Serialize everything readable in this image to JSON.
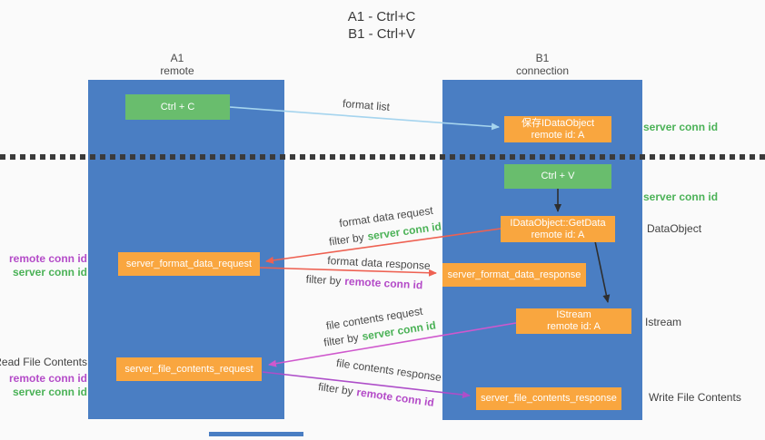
{
  "title": {
    "line1": "A1 - Ctrl+C",
    "line2": "B1 - Ctrl+V"
  },
  "lanes": {
    "a": {
      "line1": "A1",
      "line2": "remote"
    },
    "b": {
      "line1": "B1",
      "line2": "connection"
    }
  },
  "boxes": {
    "ctrl_c": "Ctrl + C",
    "ctrl_v": "Ctrl + V",
    "save_dataobject": {
      "line1": "保存IDataObject",
      "line2": "remote id: A"
    },
    "getdata": {
      "line1": "IDataObject::GetData",
      "line2": "remote id: A"
    },
    "format_request": "server_format_data_request",
    "format_response": "server_format_data_response",
    "istream": {
      "line1": "IStream",
      "line2": "remote id: A"
    },
    "file_request": "server_file_contents_request",
    "file_response": "server_file_contents_response"
  },
  "side_labels": {
    "server_conn_id_top": "server conn id",
    "server_conn_id_mid": "server conn id",
    "dataobject": "DataObject",
    "remote_conn_id_format": "remote conn id",
    "server_conn_id_format": "server conn id",
    "istream": "Istream",
    "read_file_contents": "Read File Contents",
    "remote_conn_id_file": "remote conn id",
    "server_conn_id_file": "server conn id",
    "write_file_contents": "Write File Contents"
  },
  "arrows": {
    "format_list": {
      "label": "format list"
    },
    "format_data_request": {
      "label": "format data request",
      "filter_prefix": "filter by",
      "filter_value": "server conn id"
    },
    "format_data_response": {
      "label": "format data response",
      "filter_prefix": "filter by",
      "filter_value": "remote conn id"
    },
    "file_contents_request": {
      "label": "file contents request",
      "filter_prefix": "filter by",
      "filter_value": "server conn id"
    },
    "file_contents_response": {
      "label": "file contents response",
      "filter_prefix": "filter by",
      "filter_value": "remote conn id"
    }
  },
  "colors": {
    "lane_blue": "#4a7ec3",
    "box_green": "#69bd6d",
    "box_orange": "#f9a63f",
    "arrow_red": "#ee6152",
    "arrow_light_blue": "#a5d4ee",
    "arrow_magenta": "#cf58cd",
    "arrow_purple": "#ae4ec9",
    "arrow_black": "#2e2e2e",
    "label_green": "#4bb257",
    "label_purple": "#b44bc8",
    "dotted_line": "#3b3b3b"
  }
}
